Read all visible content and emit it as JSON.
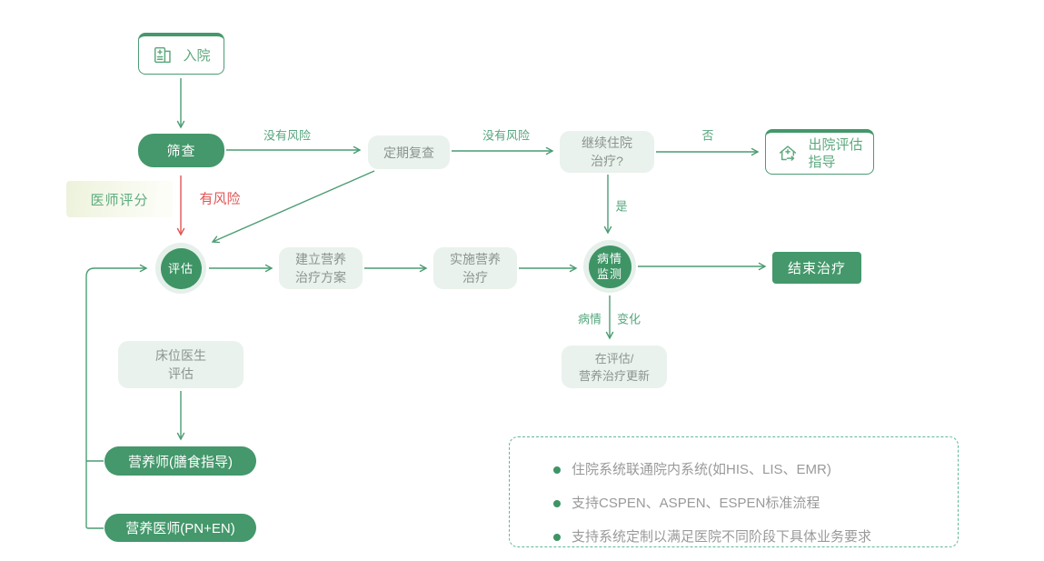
{
  "colors": {
    "green_fill": "#44986B",
    "circle_fill": "#3E9465",
    "circle_ring": "#E6F0EA",
    "soft_box_bg": "#E9F2EC",
    "soft_box_text": "#8C948F",
    "edge_line": "#4C9C74",
    "edge_label_green": "#56A67E",
    "risk_red": "#E25555",
    "dashed_border": "#62B895",
    "info_text": "#9A9A9A"
  },
  "nodes": {
    "admission": {
      "label": "入院"
    },
    "screening": {
      "label": "筛查"
    },
    "periodic_review": {
      "label": "定期复查"
    },
    "continue_hospital": {
      "line1": "继续住院",
      "line2": "治疗?"
    },
    "discharge": {
      "line1": "出院评估",
      "line2": "指导"
    },
    "physician_score": {
      "label": "医师评分"
    },
    "assessment": {
      "label": "评估"
    },
    "nutrition_plan": {
      "line1": "建立营养",
      "line2": "治疗方案"
    },
    "implement_treatment": {
      "line1": "实施营养",
      "line2": "治疗"
    },
    "condition_monitoring": {
      "line1": "病情",
      "line2": "监测"
    },
    "end_treatment": {
      "label": "结束治疗"
    },
    "reassess_update": {
      "line1": "在评估/",
      "line2": "营养治疗更新"
    },
    "bed_doctor": {
      "line1": "床位医生",
      "line2": "评估"
    },
    "dietitian": {
      "label": "营养师(膳食指导)"
    },
    "nutrition_physician": {
      "label": "营养医师(PN+EN)"
    }
  },
  "edge_labels": {
    "no_risk_screening": "没有风险",
    "no_risk_review": "没有风险",
    "has_risk": "有风险",
    "no": "否",
    "yes": "是",
    "condition": "病情",
    "change": "变化"
  },
  "info_box": {
    "items": [
      "住院系统联通院内系统(如HIS、LIS、EMR)",
      "支持CSPEN、ASPEN、ESPEN标准流程",
      "支持系统定制以满足医院不同阶段下具体业务要求"
    ]
  }
}
